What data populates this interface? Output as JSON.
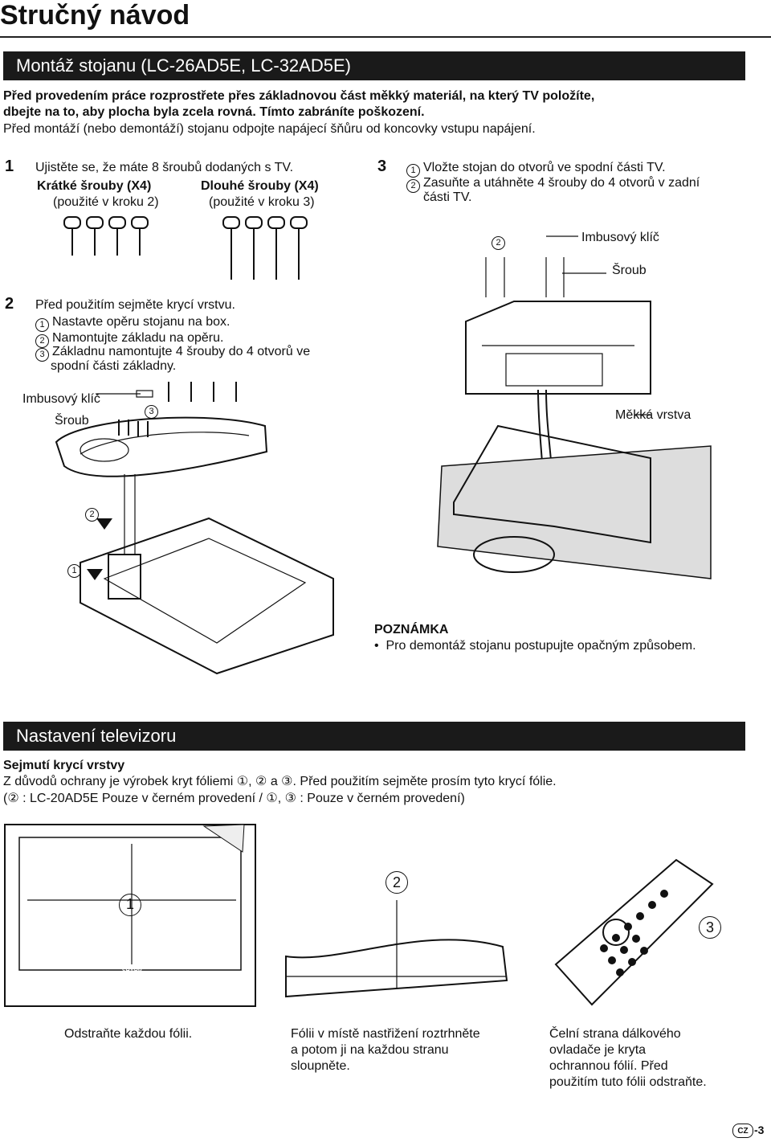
{
  "page_title": "Stručný návod",
  "section1": {
    "title": "Montáž stojanu (LC-26AD5E, LC-32AD5E)",
    "intro_bold_1": "Před provedením práce rozprostřete přes základnovou část měkký materiál, na který TV položíte,",
    "intro_bold_2": "dbejte na to, aby plocha byla zcela rovná. Tímto zabráníte poškození.",
    "intro_normal": "Před montáží (nebo demontáží) stojanu odpojte napájecí šňůru od koncovky vstupu napájení.",
    "step1": {
      "num": "1",
      "text": "Ujistěte se, že máte 8 šroubů dodaných s TV.",
      "short_label": "Krátké šrouby (X4)",
      "short_sub": "(použité v kroku 2)",
      "long_label": "Dlouhé šrouby (X4)",
      "long_sub": "(použité v kroku 3)"
    },
    "step2": {
      "num": "2",
      "text": "Před použitím sejměte krycí vrstvu.",
      "items": [
        "Nastavte opěru stojanu na box.",
        "Namontujte základu na opěru.",
        "Základnu namontujte 4 šrouby do 4 otvorů ve",
        "spodní části základny."
      ],
      "markers": [
        "1",
        "2",
        "3"
      ],
      "label_key": "Imbusový klíč",
      "label_screw": "Šroub"
    },
    "step3": {
      "num": "3",
      "items": [
        "Vložte stojan do otvorů ve spodní části TV.",
        "Zasuňte a utáhněte 4 šrouby do 4 otvorů v zadní",
        "části TV."
      ],
      "markers": [
        "1",
        "2"
      ],
      "label_key": "Imbusový klíč",
      "label_screw": "Šroub",
      "label_soft": "Měkká vrstva"
    },
    "note_title": "POZNÁMKA",
    "note_bullet": "•",
    "note_text": "Pro demontáž stojanu postupujte opačným způsobem."
  },
  "section2": {
    "title": "Nastavení televizoru",
    "subtitle": "Sejmutí krycí vrstvy",
    "line1": "Z důvodů ochrany je výrobek kryt fóliemi ①, ② a ③. Před použitím sejměte prosím tyto krycí fólie.",
    "line2": "(② : LC-20AD5E Pouze v černém provedení / ①, ③ : Pouze v černém provedení)",
    "markers": [
      "1",
      "2",
      "3"
    ],
    "brand": "SHARP",
    "captions": {
      "c1": [
        "Odstraňte každou fólii."
      ],
      "c2": [
        "Fólii v místě nastřižení roztrhněte",
        "a potom ji na každou stranu",
        "sloupněte."
      ],
      "c3": [
        "Čelní strana dálkového",
        "ovladače je kryta",
        "ochrannou fólií. Před",
        "použitím tuto fólii odstraňte."
      ]
    }
  },
  "footer": {
    "lang": "CZ",
    "page": "-3"
  }
}
